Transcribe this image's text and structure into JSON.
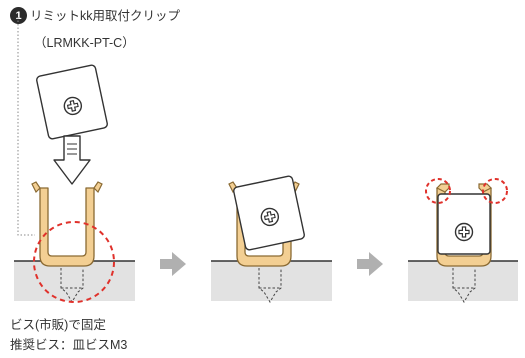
{
  "step": {
    "number": "1",
    "title": "リミットkk用取付クリップ",
    "code": "（LRMKK-PT-C）"
  },
  "notes": {
    "line1": "ビス(市販)で固定",
    "line2": "推奨ビス：皿ビスM3"
  },
  "colors": {
    "clip_fill": "#f3cf93",
    "clip_stroke": "#8a6a33",
    "ground": "#e2e2e2",
    "ground_line": "#333333",
    "arrow_gray": "#b0b0b0",
    "highlight_red": "#e0312b"
  },
  "icons": [
    "down-arrow-icon",
    "right-arrow-icon",
    "screw-head-icon",
    "circle-number-icon"
  ]
}
